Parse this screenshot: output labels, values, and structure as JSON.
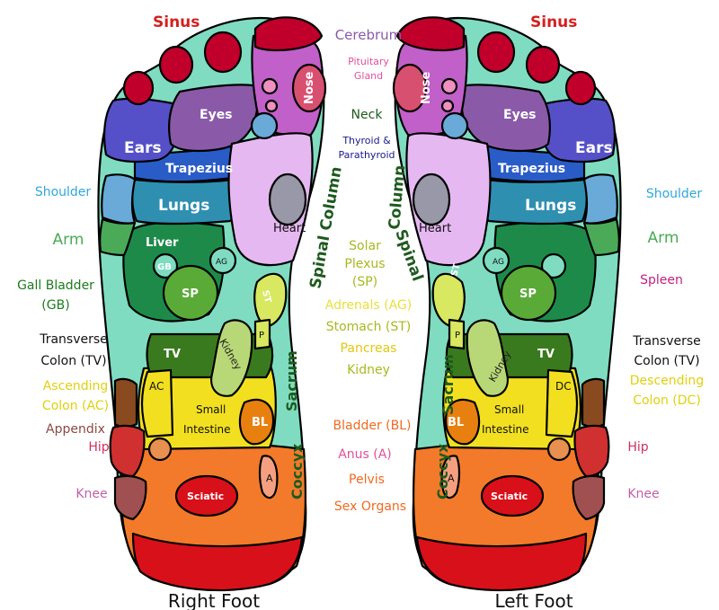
{
  "feet": {
    "right": "Right Foot",
    "left": "Left Foot"
  },
  "zones": {
    "sinus": "Sinus",
    "nose": "Nose",
    "eyes": "Eyes",
    "ears": "Ears",
    "trapezius": "Trapezius",
    "lungs": "Lungs",
    "heart": "Heart",
    "liver": "Liver",
    "gb": "GB",
    "ag": "AG",
    "sp": "SP",
    "st": "ST",
    "p": "P",
    "tv": "TV",
    "kidney": "Kidney",
    "ac": "AC",
    "dc": "DC",
    "small_intestine_1": "Small",
    "small_intestine_2": "Intestine",
    "bl": "BL",
    "a": "A",
    "sciatic": "Sciatic",
    "spinal_column_1": "Spinal Column",
    "spinal": "Spinal",
    "column": "Column",
    "sacrum": "Sacrum",
    "coccyx": "Coccyx"
  },
  "center_labels": {
    "cerebrum": "Cerebrum",
    "pituitary_1": "Pituitary",
    "pituitary_2": "Gland",
    "neck": "Neck",
    "thyroid_1": "Thyroid &",
    "thyroid_2": "Parathyroid",
    "solar_1": "Solar",
    "solar_2": "Plexus",
    "solar_3": "(SP)",
    "adrenals": "Adrenals (AG)",
    "stomach": "Stomach (ST)",
    "pancreas": "Pancreas",
    "kidney": "Kidney",
    "bladder": "Bladder (BL)",
    "anus": "Anus (A)",
    "pelvis": "Pelvis",
    "sex_organs": "Sex Organs"
  },
  "side_labels": {
    "shoulder": "Shoulder",
    "arm": "Arm",
    "gall_bladder_1": "Gall Bladder",
    "gall_bladder_2": "(GB)",
    "transverse_1": "Transverse",
    "transverse_2": "Colon (TV)",
    "ascending_1": "Ascending",
    "ascending_2": "Colon (AC)",
    "appendix": "Appendix",
    "hip": "Hip",
    "knee": "Knee",
    "spleen": "Spleen",
    "descending_1": "Descending",
    "descending_2": "Colon (DC)"
  },
  "colors": {
    "sinus": "#c0002b",
    "cerebrum": "#c060c8",
    "eyes": "#8a5aa8",
    "ears": "#5650c8",
    "trapezius": "#2a5cc8",
    "lungs": "#2f8fb0",
    "shoulder": "#6aaad8",
    "arm": "#4aaa58",
    "teal": "#7fdcc0",
    "liver": "#1e8a4a",
    "sp": "#5aaa38",
    "heart_zone": "#e6b8f2",
    "heart": "#9898a8",
    "tv": "#3a7a1e",
    "yellow": "#f2e020",
    "bl": "#e88010",
    "orange": "#f27a2a",
    "red": "#d8101a",
    "appendix": "#8a4a20",
    "hip": "#d03030",
    "knee": "#a05050",
    "label_red": "#d42020",
    "label_purple": "#8a5aa8",
    "label_pink": "#e0509a",
    "label_navy": "#1a1a8a",
    "label_green": "#1e7a1e",
    "label_olive": "#a8b820",
    "label_yellow": "#e8e040",
    "label_orange": "#f06a20"
  }
}
